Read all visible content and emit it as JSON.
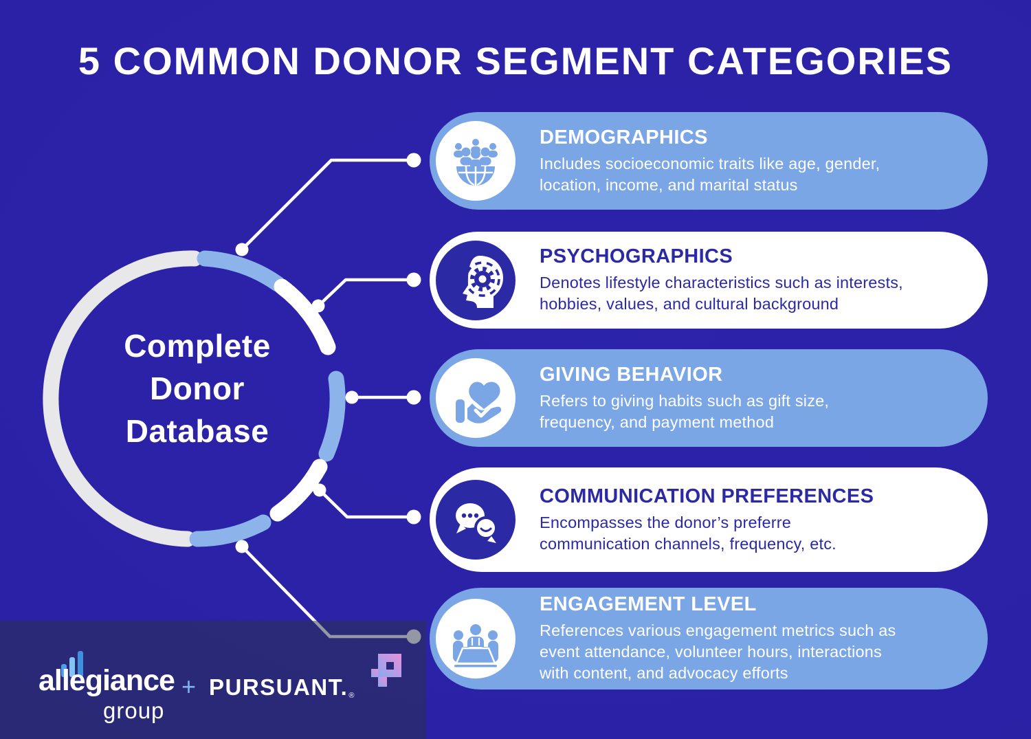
{
  "title": "5 COMMON DONOR SEGMENT CATEGORIES",
  "hub": {
    "label": "Complete Donor Database",
    "lines": [
      "Complete",
      "Donor",
      "Database"
    ]
  },
  "cards": [
    {
      "id": "demographics",
      "style": "light-blue",
      "icon": "people-globe-icon",
      "heading": "DEMOGRAPHICS",
      "body_lines": [
        "Includes socioeconomic traits like age, gender,",
        "location, income, and marital status"
      ]
    },
    {
      "id": "psychographics",
      "style": "white",
      "icon": "head-gear-icon",
      "heading": "PSYCHOGRAPHICS",
      "body_lines": [
        "Denotes lifestyle characteristics such as interests,",
        "hobbies, values, and cultural background"
      ]
    },
    {
      "id": "giving-behavior",
      "style": "light-blue",
      "icon": "hand-heart-icon",
      "heading": "GIVING BEHAVIOR",
      "body_lines": [
        "Refers to giving habits such as gift size,",
        "frequency, and payment method"
      ]
    },
    {
      "id": "communication-preferences",
      "style": "white",
      "icon": "chat-bubbles-icon",
      "heading": "COMMUNICATION PREFERENCES",
      "body_lines": [
        "Encompasses the donor’s preferre",
        "communication channels, frequency, etc."
      ]
    },
    {
      "id": "engagement-level",
      "style": "light-blue",
      "icon": "meeting-icon",
      "heading": "ENGAGEMENT LEVEL",
      "body_lines": [
        "References various engagement metrics such as",
        "event attendance, volunteer hours, interactions",
        "with content, and advocacy efforts"
      ]
    }
  ],
  "footer": {
    "brand1": "allegiance",
    "brand1_sub": "group",
    "plus": "+",
    "brand2": "PURSUANT.",
    "registered": "®"
  },
  "colors": {
    "background": "#2a20a4",
    "card_light_blue": "#7ba6e6",
    "card_white": "#ffffff",
    "indigo_text": "#2b2aa4",
    "ring_gray": "#e8e8ea",
    "ring_light_blue": "#8cb4ea",
    "connector_white": "#ffffff",
    "footer_band": "#2b2a7a",
    "logo_bar_blues": [
      "#4f9fe8",
      "#83c3f5",
      "#3e92dd"
    ],
    "pursuant_gradient": [
      "#8aa9f0",
      "#e98fd9"
    ],
    "plus_blue": "#7fb2ee"
  }
}
